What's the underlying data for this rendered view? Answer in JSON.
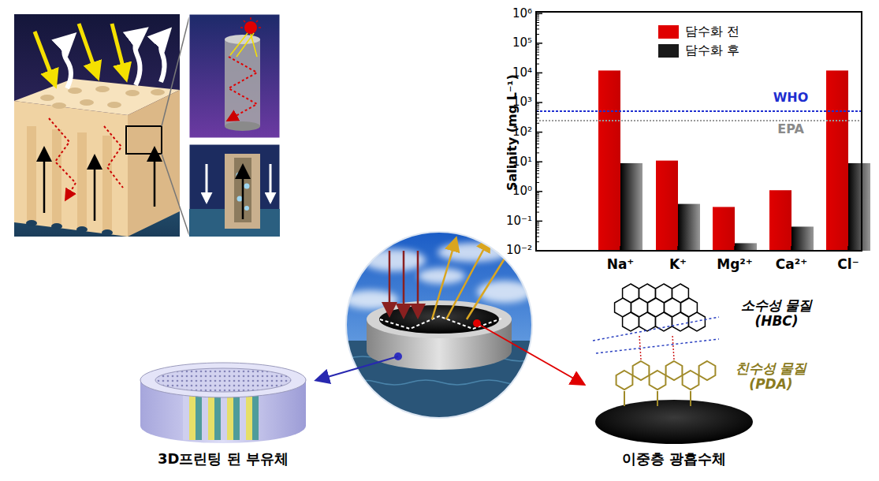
{
  "diagram": {
    "labels": [
      "Salinity (mg L⁻¹)",
      "10⁶",
      "10⁵",
      "10⁴",
      "10³",
      "10²",
      "10¹",
      "10⁰",
      "10⁻¹",
      "10⁻²",
      "Na⁺",
      "K⁺",
      "Mg²⁺",
      "Ca²⁺",
      "Cl⁻",
      "WHO",
      "EPA",
      "소수성 물질 (HBC)",
      "친수성 물질 (PDA)",
      "3D프린팅 된 부유체",
      "이중층 광흡수체"
    ],
    "legend": [
      {
        "text": "담수화 전",
        "color": "#e00000"
      },
      {
        "text": "담수화 후",
        "color": "#1a1a1a"
      }
    ]
  }
}
